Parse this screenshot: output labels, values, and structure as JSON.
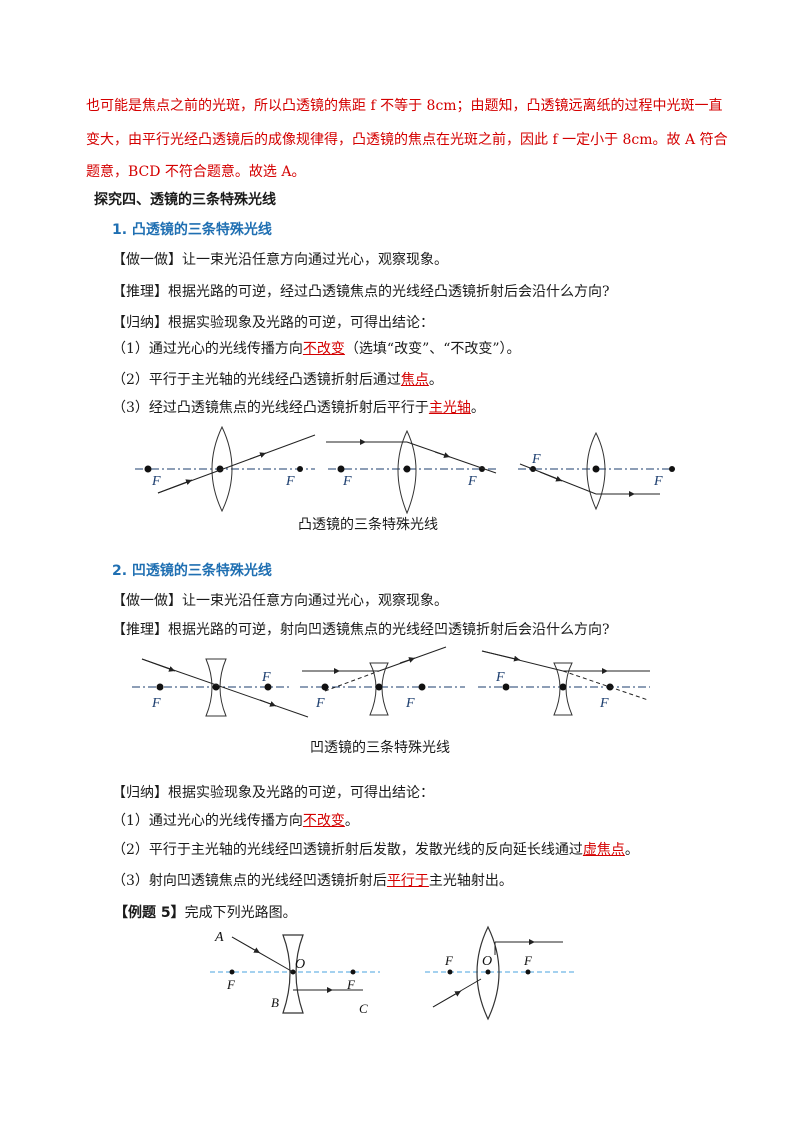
{
  "intro": {
    "line1": "也可能是焦点之前的光斑，所以凸透镜的焦距 f 不等于 8cm；由题知，凸透镜远离纸的过程中光斑一直",
    "line2": "变大，由平行光经凸透镜后的成像规律得，凸透镜的焦点在光斑之前，因此 f 一定小于 8cm。故 A 符合",
    "line3": "题意，BCD 不符合题意。故选 A。"
  },
  "section_title": "探究四、透镜的三条特殊光线",
  "convex": {
    "heading": "1. 凸透镜的三条特殊光线",
    "do_label": "【做一做】",
    "do_text": "让一束光沿任意方向通过光心，观察现象。",
    "reason_label": "【推理】",
    "reason_text": "根据光路的可逆，经过凸透镜焦点的光线经凸透镜折射后会沿什么方向?",
    "sum_label": "【归纳】",
    "sum_text": "根据实验现象及光路的可逆，可得出结论：",
    "c1_pre": "（1）通过光心的光线传播方向",
    "c1_ans": "不改变",
    "c1_post": "（选填“改变”、“不改变”）。",
    "c2_pre": "（2）平行于主光轴的光线经凸透镜折射后通过",
    "c2_ans": "焦点",
    "c2_post": "。",
    "c3_pre": "（3）经过凸透镜焦点的光线经凸透镜折射后平行于",
    "c3_ans": "主光轴",
    "c3_post": "。",
    "caption": "凸透镜的三条特殊光线"
  },
  "concave": {
    "heading": "2. 凹透镜的三条特殊光线",
    "do_label": "【做一做】",
    "do_text": "让一束光沿任意方向通过光心，观察现象。",
    "reason_label": "【推理】",
    "reason_text": "根据光路的可逆，射向凹透镜焦点的光线经凹透镜折射后会沿什么方向?",
    "caption": "凹透镜的三条特殊光线",
    "sum_label": "【归纳】",
    "sum_text": "根据实验现象及光路的可逆，可得出结论：",
    "c1_pre": "（1）通过光心的光线传播方向",
    "c1_ans": "不改变",
    "c1_post": "。",
    "c2_pre": "（2）平行于主光轴的光线经凹透镜折射后发散，发散光线的反向延长线通过",
    "c2_ans": "虚焦点",
    "c2_post": "。",
    "c3_pre": "（3）射向凹透镜焦点的光线经凹透镜折射后",
    "c3_ans": "平行于",
    "c3_post": "主光轴射出。"
  },
  "example": {
    "label": "【例题 5】",
    "text": "完成下列光路图。"
  },
  "labels": {
    "F": "F",
    "O": "O",
    "A": "A",
    "B": "B",
    "C": "C"
  },
  "colors": {
    "answer": "#d40000",
    "heading": "#1f6fb2",
    "axis_dashed": "#4aa3df"
  }
}
